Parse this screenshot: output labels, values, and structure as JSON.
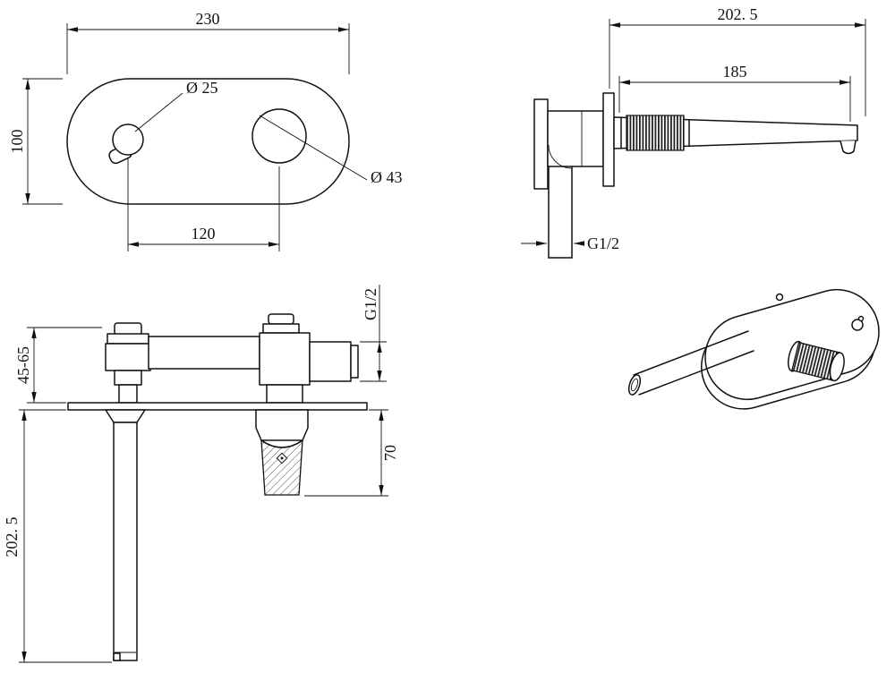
{
  "sheet": {
    "background": "#ffffff",
    "line_color": "#111111"
  },
  "front_view": {
    "plate_width": "230",
    "plate_height": "100",
    "handle_hole_diameter": "Ø 25",
    "spout_hole_diameter": "Ø 43",
    "hole_spacing": "120"
  },
  "side_view": {
    "overall_projection": "202. 5",
    "spout_projection": "185",
    "inlet_thread": "G1/2"
  },
  "installation_view": {
    "recess_depth": "45-65",
    "outlet_thread": "G1/2",
    "handle_projection": "70",
    "spout_length": "202. 5"
  }
}
